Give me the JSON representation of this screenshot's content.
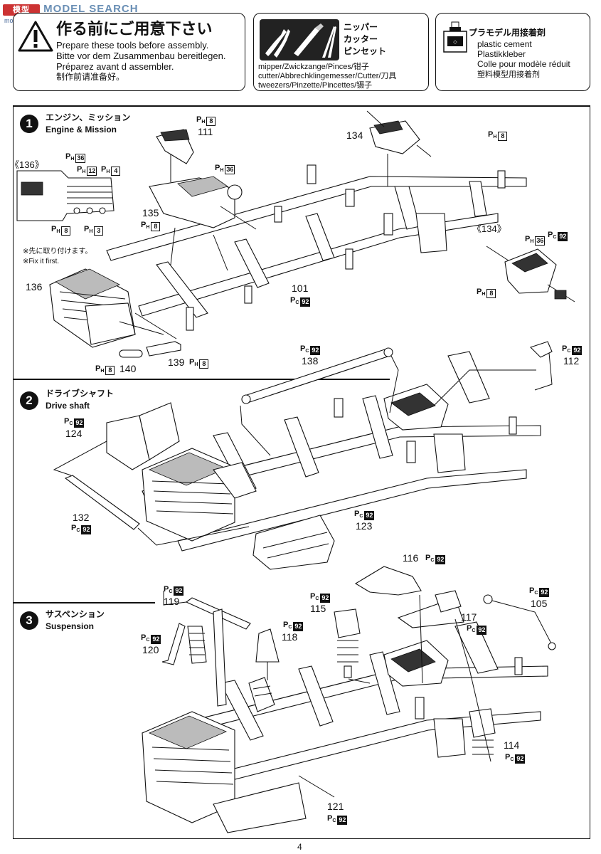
{
  "site_watermark": "MODEL SEARCH",
  "site_url": "moe-shop.com",
  "header": {
    "warning": {
      "title": "作る前にご用意下さい",
      "lines": [
        "Prepare these tools before assembly.",
        "Bitte vor dem Zusammenbau bereitlegen.",
        "Préparez avant d assembler.",
        "制作前请准备好。"
      ]
    },
    "tools": {
      "jp_labels": [
        "ニッパー",
        "カッター",
        "ピンセット"
      ],
      "lines": [
        "mipper/Zwickzange/Pinces/钳子",
        "cutter/Abbrechklingemesser/Cutter/刀具",
        "tweezers/Pinzette/Pincettes/镊子"
      ]
    },
    "cement": {
      "title": "プラモデル用接着剤",
      "lines": [
        "plastic cement",
        "Plastikkleber",
        "Colle pour modèle réduit",
        "塑料模型用接着剂"
      ]
    }
  },
  "steps": [
    {
      "number": "1",
      "title_jp": "エンジン、ミッション",
      "title_en": "Engine & Mission",
      "note_lines": [
        "※先に取り付けます。",
        "※Fix it first."
      ],
      "parts": [
        {
          "id": "111",
          "code": "PH",
          "box": "8"
        },
        {
          "id": "134",
          "code": "PH",
          "box": "8"
        },
        {
          "id": "135",
          "code": "PH",
          "box": "8"
        },
        {
          "id": "136",
          "code": "",
          "box": ""
        },
        {
          "id": "101",
          "code": "PC",
          "box": "92"
        },
        {
          "id": "140",
          "code": "PH",
          "box": "8"
        },
        {
          "id": "139",
          "code": "PH",
          "box": "8"
        }
      ],
      "detail_136": {
        "label": "《136》",
        "tags": [
          {
            "code": "PH",
            "box": "36"
          },
          {
            "code": "PH",
            "box": "12"
          },
          {
            "code": "PH",
            "box": "4"
          },
          {
            "code": "PH",
            "box": "8"
          },
          {
            "code": "PH",
            "box": "3"
          }
        ]
      },
      "detail_134": {
        "label": "《134》",
        "tags": [
          {
            "code": "PH",
            "box": "36"
          },
          {
            "code": "PC",
            "box": "92"
          },
          {
            "code": "PH",
            "box": "8"
          }
        ]
      },
      "extra_tag": {
        "code": "PH",
        "box": "36"
      }
    },
    {
      "number": "2",
      "title_jp": "ドライブシャフト",
      "title_en": "Drive shaft",
      "parts": [
        {
          "id": "138",
          "code": "PC",
          "box": "92"
        },
        {
          "id": "112",
          "code": "PC",
          "box": "92"
        },
        {
          "id": "124",
          "code": "PC",
          "box": "92"
        },
        {
          "id": "132",
          "code": "PC",
          "box": "92"
        },
        {
          "id": "123",
          "code": "PC",
          "box": "92"
        }
      ]
    },
    {
      "number": "3",
      "title_jp": "サスペンション",
      "title_en": "Suspension",
      "parts": [
        {
          "id": "116",
          "code": "PC",
          "box": "92"
        },
        {
          "id": "119",
          "code": "PC",
          "box": "92"
        },
        {
          "id": "115",
          "code": "PC",
          "box": "92"
        },
        {
          "id": "105",
          "code": "PC",
          "box": "92"
        },
        {
          "id": "117",
          "code": "PC",
          "box": "92"
        },
        {
          "id": "118",
          "code": "PC",
          "box": "92"
        },
        {
          "id": "120",
          "code": "PC",
          "box": "92"
        },
        {
          "id": "114",
          "code": "PC",
          "box": "92"
        },
        {
          "id": "121",
          "code": "PC",
          "box": "92"
        }
      ]
    }
  ],
  "page_number": "4"
}
